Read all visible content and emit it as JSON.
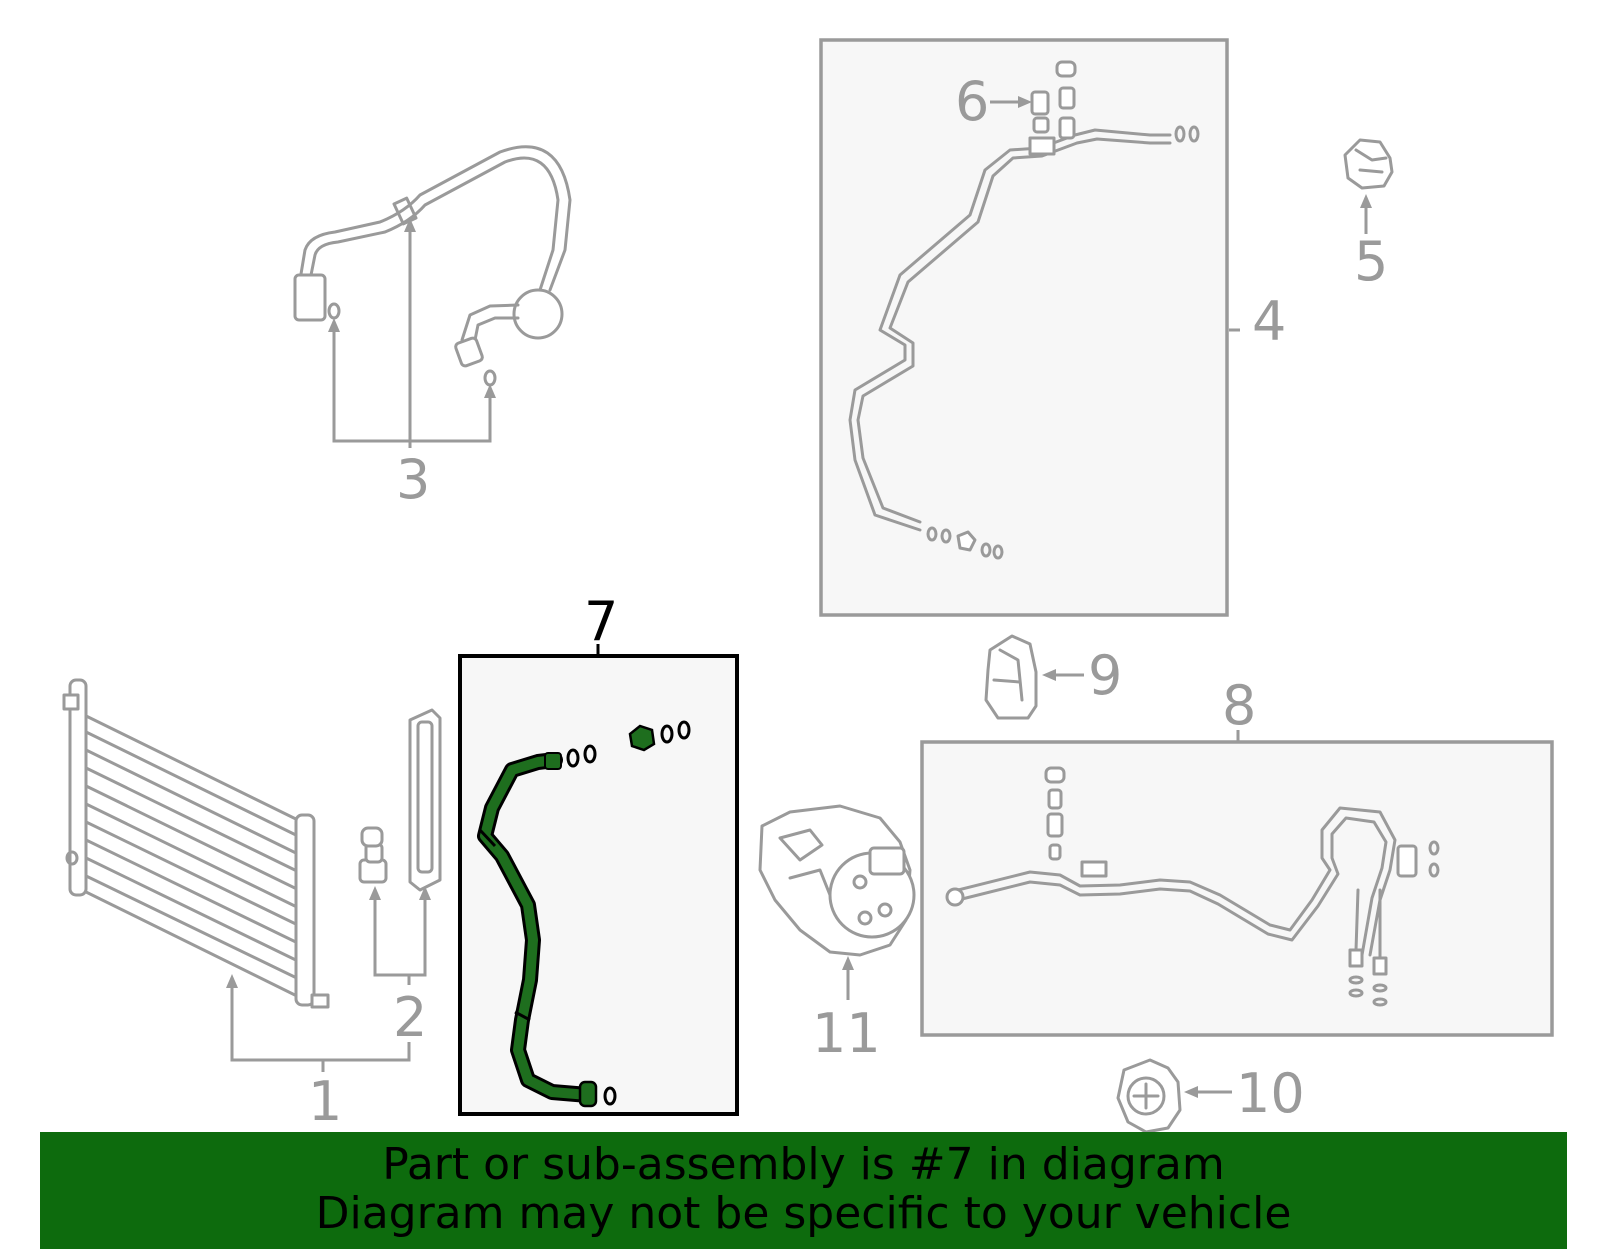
{
  "diagram": {
    "callouts": {
      "c1": "1",
      "c2": "2",
      "c3": "3",
      "c4": "4",
      "c5": "5",
      "c6": "6",
      "c7": "7",
      "c8": "8",
      "c9": "9",
      "c10": "10",
      "c11": "11"
    },
    "highlight_callout": "7",
    "colors": {
      "line_art": "#9a9a9a",
      "highlight_outline": "#000000",
      "highlight_part": "#1e6e1e",
      "banner_background": "#0d6b0d",
      "box_fill": "#f7f7f7"
    }
  },
  "banner": {
    "line1": "Part or sub-assembly is #7 in diagram",
    "line2": "Diagram may not be specific to your vehicle"
  }
}
